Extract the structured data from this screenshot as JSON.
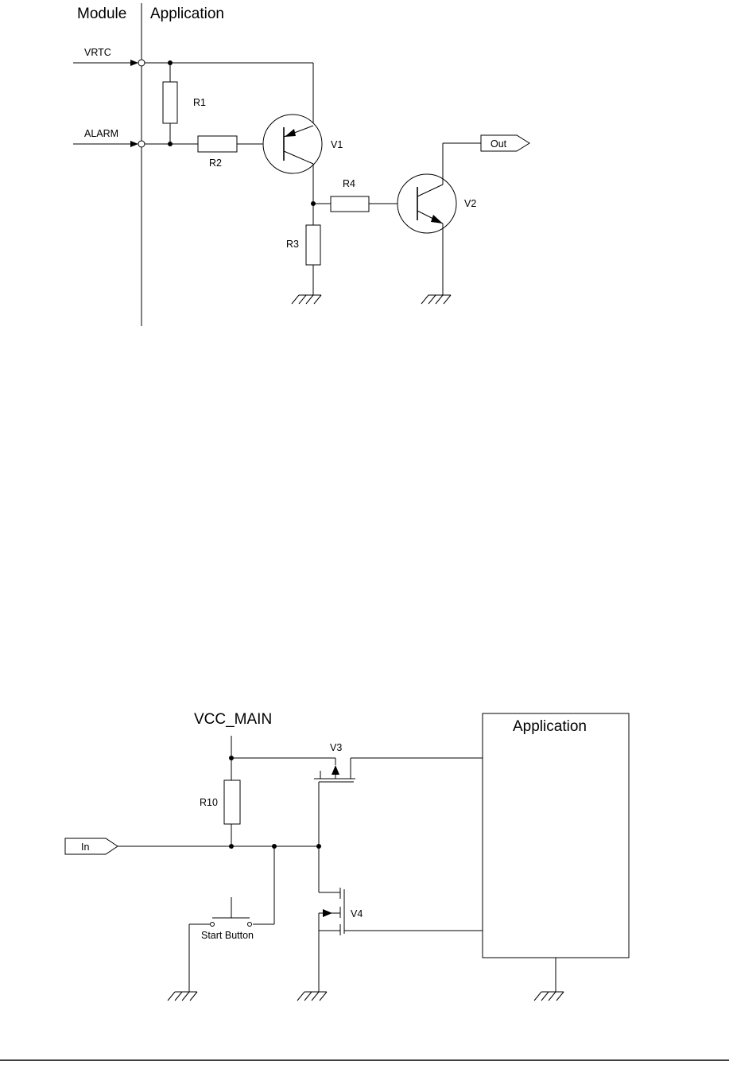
{
  "diagram1": {
    "header_module": "Module",
    "header_application": "Application",
    "signal_vrtc": "VRTC",
    "signal_alarm": "ALARM",
    "r1": "R1",
    "r2": "R2",
    "r3": "R3",
    "r4": "R4",
    "v1": "V1",
    "v2": "V2",
    "out": "Out"
  },
  "diagram2": {
    "vcc": "VCC_MAIN",
    "r10": "R10",
    "v3": "V3",
    "v4": "V4",
    "in": "In",
    "start_button": "Start Button",
    "application": "Application"
  }
}
